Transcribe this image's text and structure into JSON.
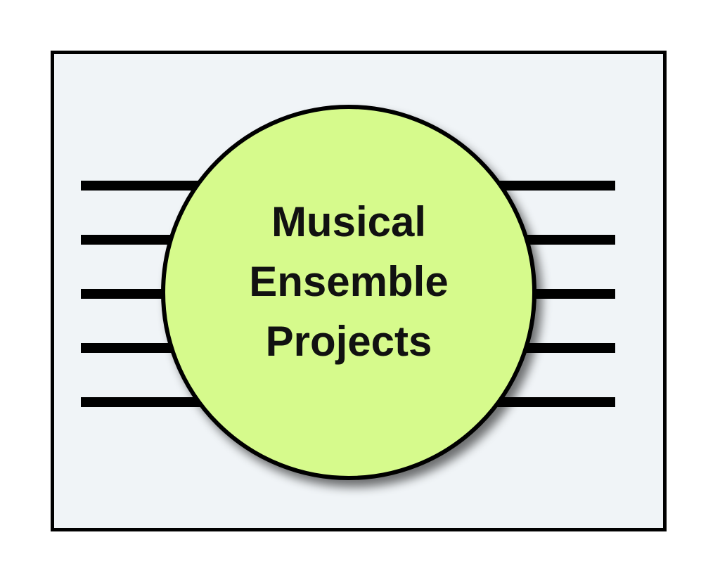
{
  "logo": {
    "title_lines": [
      "Musical",
      "Ensemble",
      "Projects"
    ],
    "staff_line_count": 5,
    "icon": "music-staff-circle-icon"
  },
  "colors": {
    "background": "#ffffff",
    "frame_fill": "#f0f4f7",
    "frame_border": "#000000",
    "circle_fill": "#d6fa8c",
    "circle_stroke": "#000000",
    "staff_line": "#000000",
    "text": "#111111"
  }
}
